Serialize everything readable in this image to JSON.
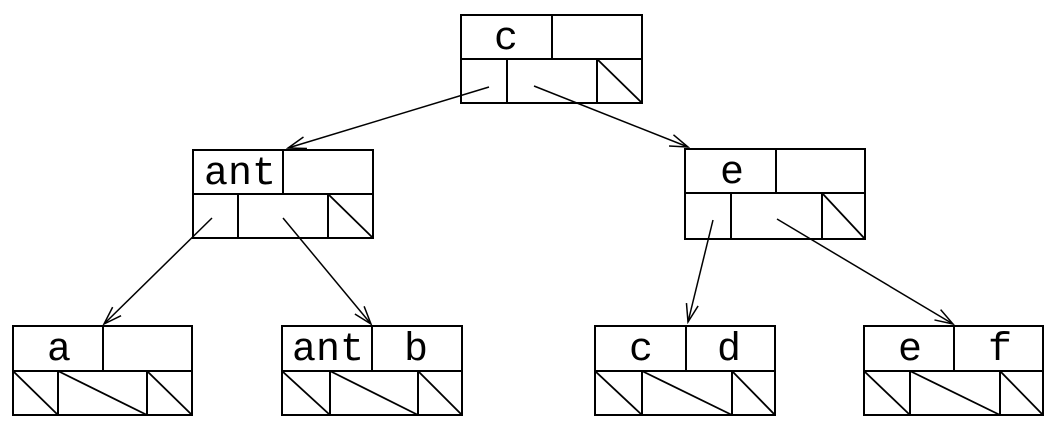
{
  "diagram": {
    "kind": "2-3 search tree node diagram",
    "colors": {
      "line": "#000000",
      "background": "#ffffff"
    },
    "nodes": {
      "root": {
        "keys": [
          "c",
          ""
        ],
        "null_pointer_slots": [
          3
        ]
      },
      "ant": {
        "keys": [
          "ant",
          ""
        ],
        "null_pointer_slots": [
          3
        ]
      },
      "e": {
        "keys": [
          "e",
          ""
        ],
        "null_pointer_slots": [
          3
        ]
      },
      "leaf_a": {
        "keys": [
          "a",
          ""
        ],
        "null_pointer_slots": [
          1,
          2,
          3
        ]
      },
      "leaf_ant_b": {
        "keys": [
          "ant",
          "b"
        ],
        "null_pointer_slots": [
          1,
          2,
          3
        ]
      },
      "leaf_c_d": {
        "keys": [
          "c",
          "d"
        ],
        "null_pointer_slots": [
          1,
          2,
          3
        ]
      },
      "leaf_e_f": {
        "keys": [
          "e",
          "f"
        ],
        "null_pointer_slots": [
          1,
          2,
          3
        ]
      }
    },
    "edges": [
      {
        "from": "root",
        "pointer": 1,
        "to": "ant"
      },
      {
        "from": "root",
        "pointer": 2,
        "to": "e"
      },
      {
        "from": "ant",
        "pointer": 1,
        "to": "leaf_a"
      },
      {
        "from": "ant",
        "pointer": 2,
        "to": "leaf_ant_b"
      },
      {
        "from": "e",
        "pointer": 1,
        "to": "leaf_c_d"
      },
      {
        "from": "e",
        "pointer": 2,
        "to": "leaf_e_f"
      }
    ]
  }
}
